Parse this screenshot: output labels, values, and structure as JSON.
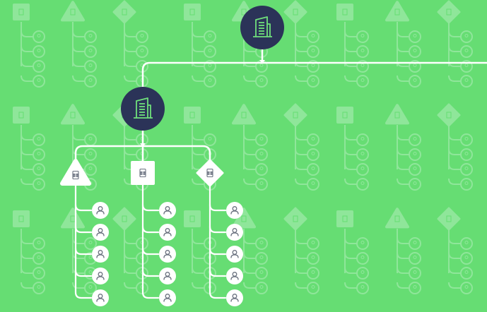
{
  "colors": {
    "background": "#66DD73",
    "faint": "#8FE69A",
    "line": "#FFFFFF",
    "hub_fill": "#2B3358",
    "hub_icon": "#6FE07B",
    "node_fill": "#FFFFFF",
    "icon_gray": "#6B7280"
  },
  "diagram": {
    "root": {
      "type": "hub",
      "icon": "building-icon"
    },
    "branch": {
      "type": "hub",
      "icon": "building-icon"
    },
    "groups": [
      {
        "shape": "triangle",
        "icon": "building-icon",
        "members": 5,
        "member_icon": "user-icon"
      },
      {
        "shape": "square",
        "icon": "building-icon",
        "members": 5,
        "member_icon": "user-icon"
      },
      {
        "shape": "diamond",
        "icon": "building-icon",
        "members": 5,
        "member_icon": "user-icon"
      }
    ],
    "background_pattern": {
      "shapes": [
        "square",
        "triangle",
        "diamond"
      ],
      "members_per_unit": 4
    }
  }
}
